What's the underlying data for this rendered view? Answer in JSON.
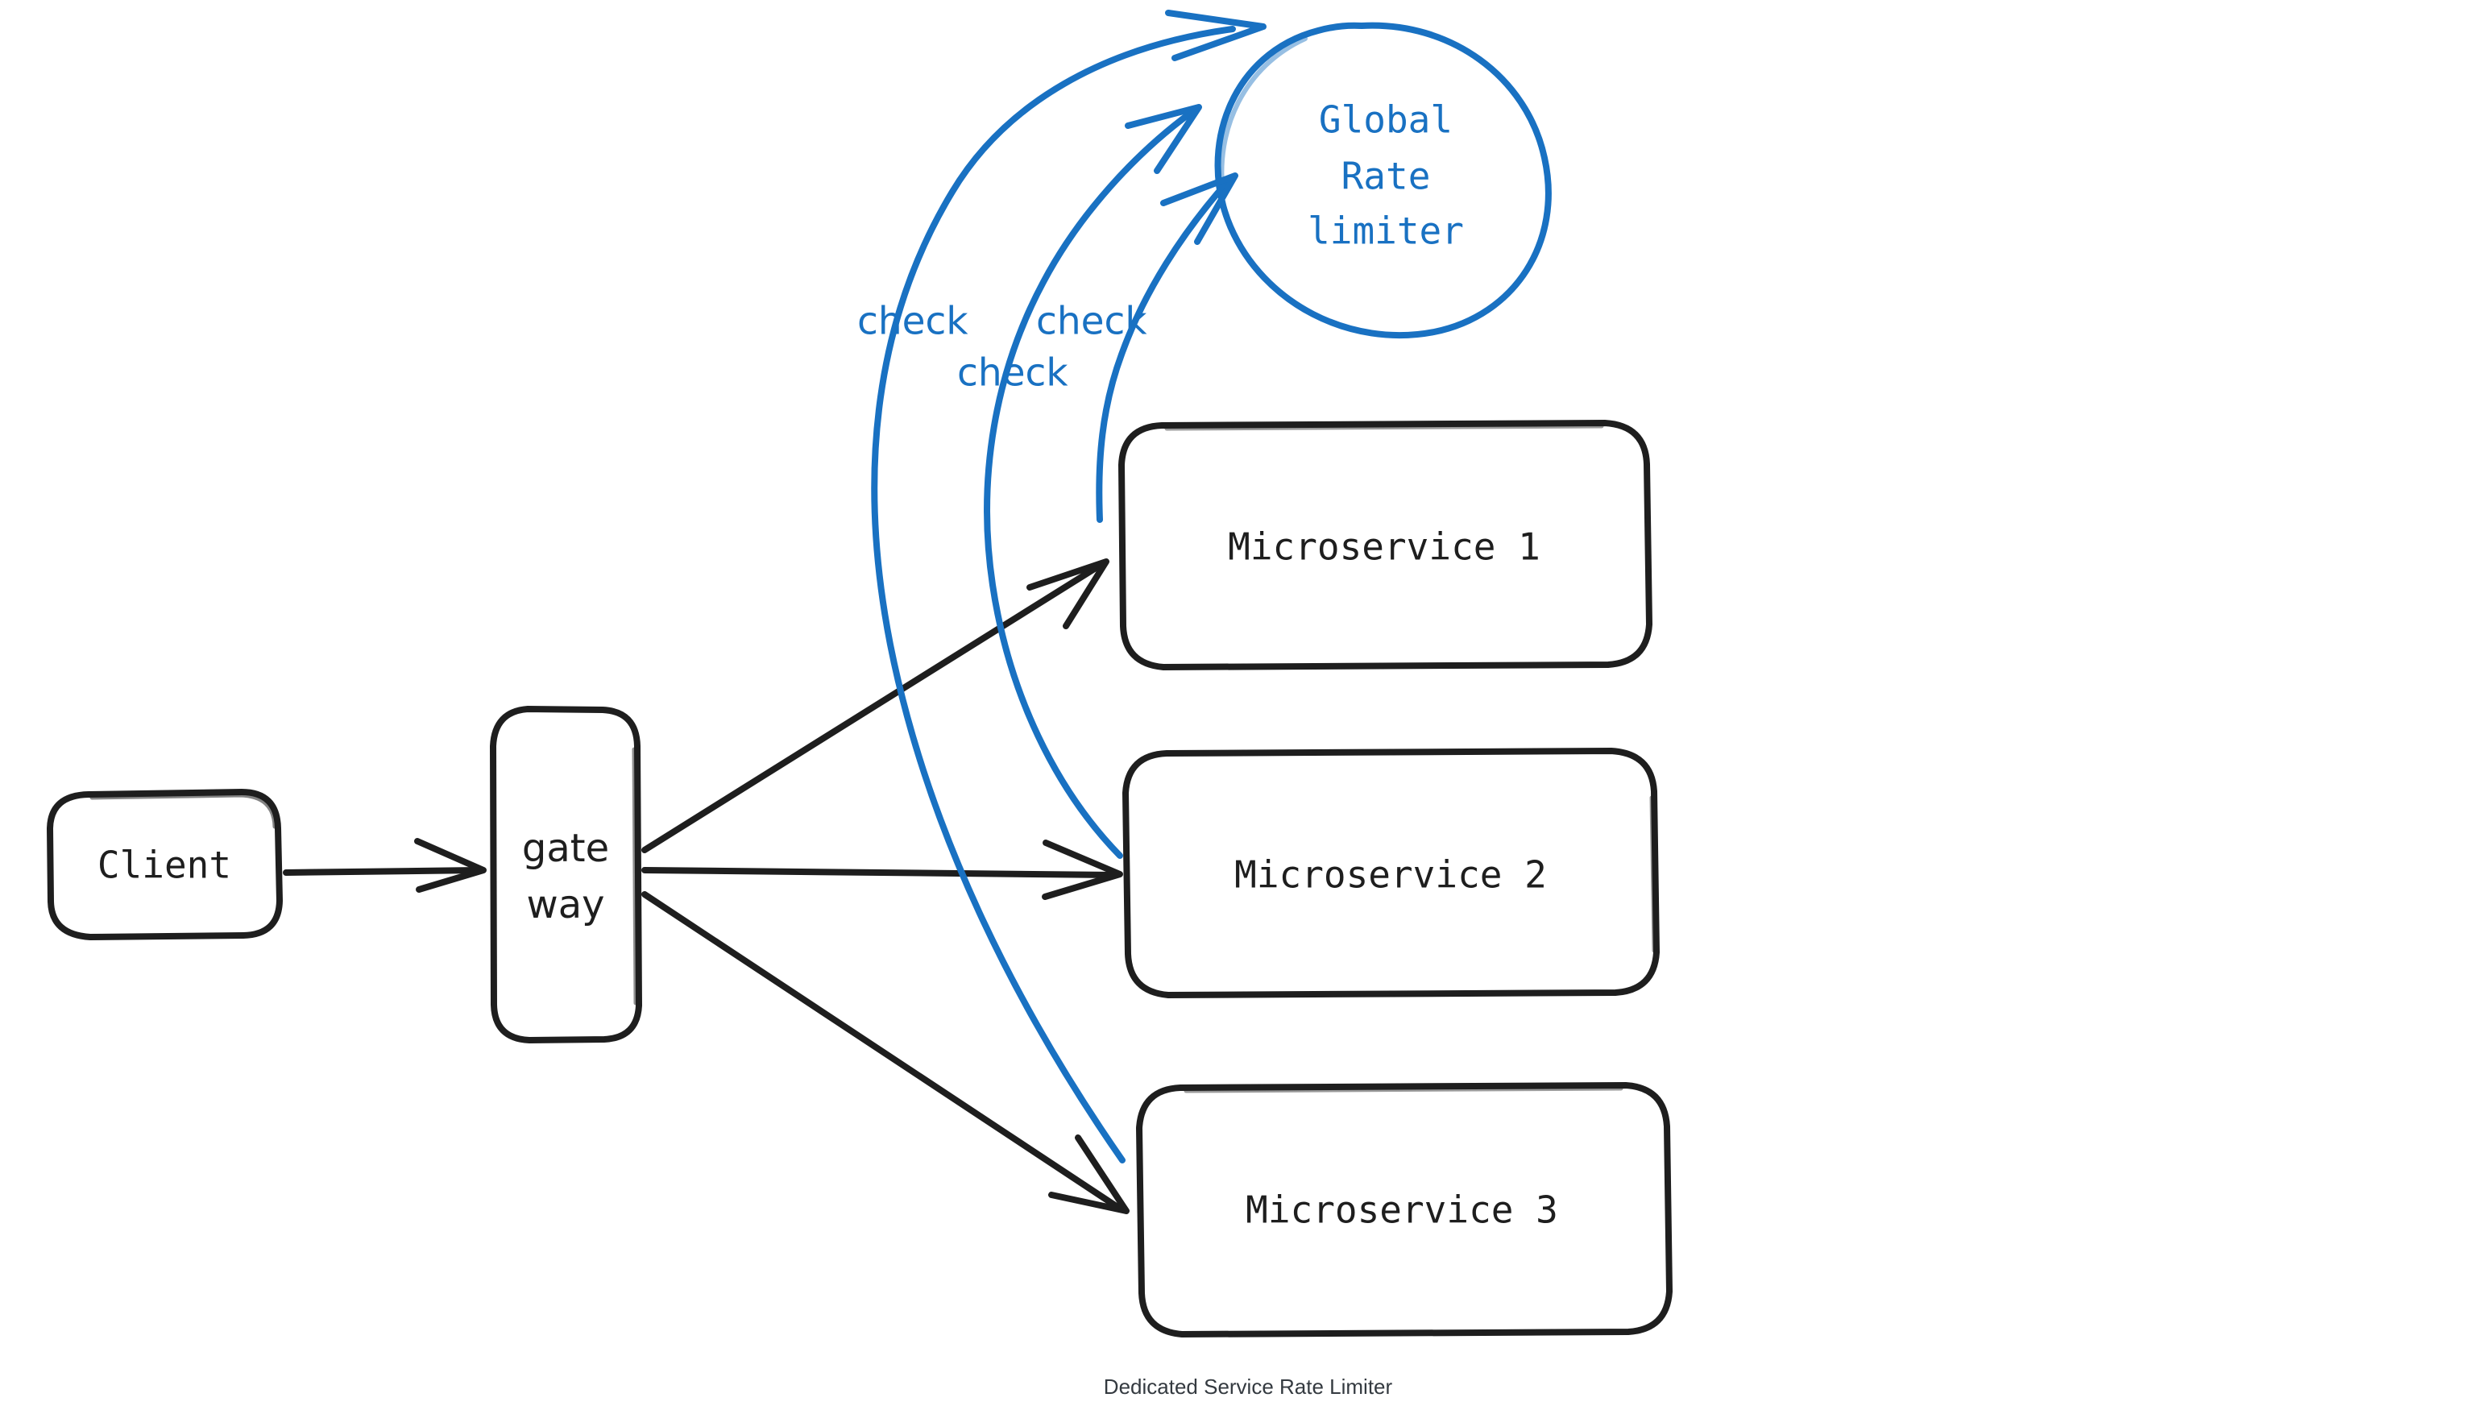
{
  "diagram": {
    "caption": "Dedicated Service Rate Limiter",
    "colors": {
      "stroke_black": "#1e1e1e",
      "stroke_blue": "#1971c2",
      "caption": "#343a40",
      "background": "#ffffff"
    },
    "nodes": [
      {
        "id": "client",
        "label": "Client",
        "shape": "rounded-rect"
      },
      {
        "id": "gateway",
        "label_line1": "gate",
        "label_line2": "way",
        "shape": "rounded-rect-tall"
      },
      {
        "id": "microservice1",
        "label": "Microservice 1",
        "shape": "rounded-rect"
      },
      {
        "id": "microservice2",
        "label": "Microservice 2",
        "shape": "rounded-rect"
      },
      {
        "id": "microservice3",
        "label": "Microservice 3",
        "shape": "rounded-rect"
      },
      {
        "id": "ratelimiter",
        "label_line1": "Global",
        "label_line2": "Rate",
        "label_line3": "limiter",
        "shape": "ellipse"
      }
    ],
    "edges": [
      {
        "id": "client-to-gateway",
        "from": "client",
        "to": "gateway",
        "label": "",
        "color": "#1e1e1e"
      },
      {
        "id": "gateway-to-ms1",
        "from": "gateway",
        "to": "microservice1",
        "label": "",
        "color": "#1e1e1e"
      },
      {
        "id": "gateway-to-ms2",
        "from": "gateway",
        "to": "microservice2",
        "label": "",
        "color": "#1e1e1e"
      },
      {
        "id": "gateway-to-ms3",
        "from": "gateway",
        "to": "microservice3",
        "label": "",
        "color": "#1e1e1e"
      },
      {
        "id": "ms1-check",
        "from": "microservice1",
        "to": "ratelimiter",
        "label": "check",
        "color": "#1971c2"
      },
      {
        "id": "ms2-check",
        "from": "microservice2",
        "to": "ratelimiter",
        "label": "check",
        "color": "#1971c2"
      },
      {
        "id": "ms3-check",
        "from": "microservice3",
        "to": "ratelimiter",
        "label": "check",
        "color": "#1971c2"
      }
    ],
    "edge_labels": {
      "check_left": "check",
      "check_right": "check",
      "check_middle": "check"
    }
  }
}
